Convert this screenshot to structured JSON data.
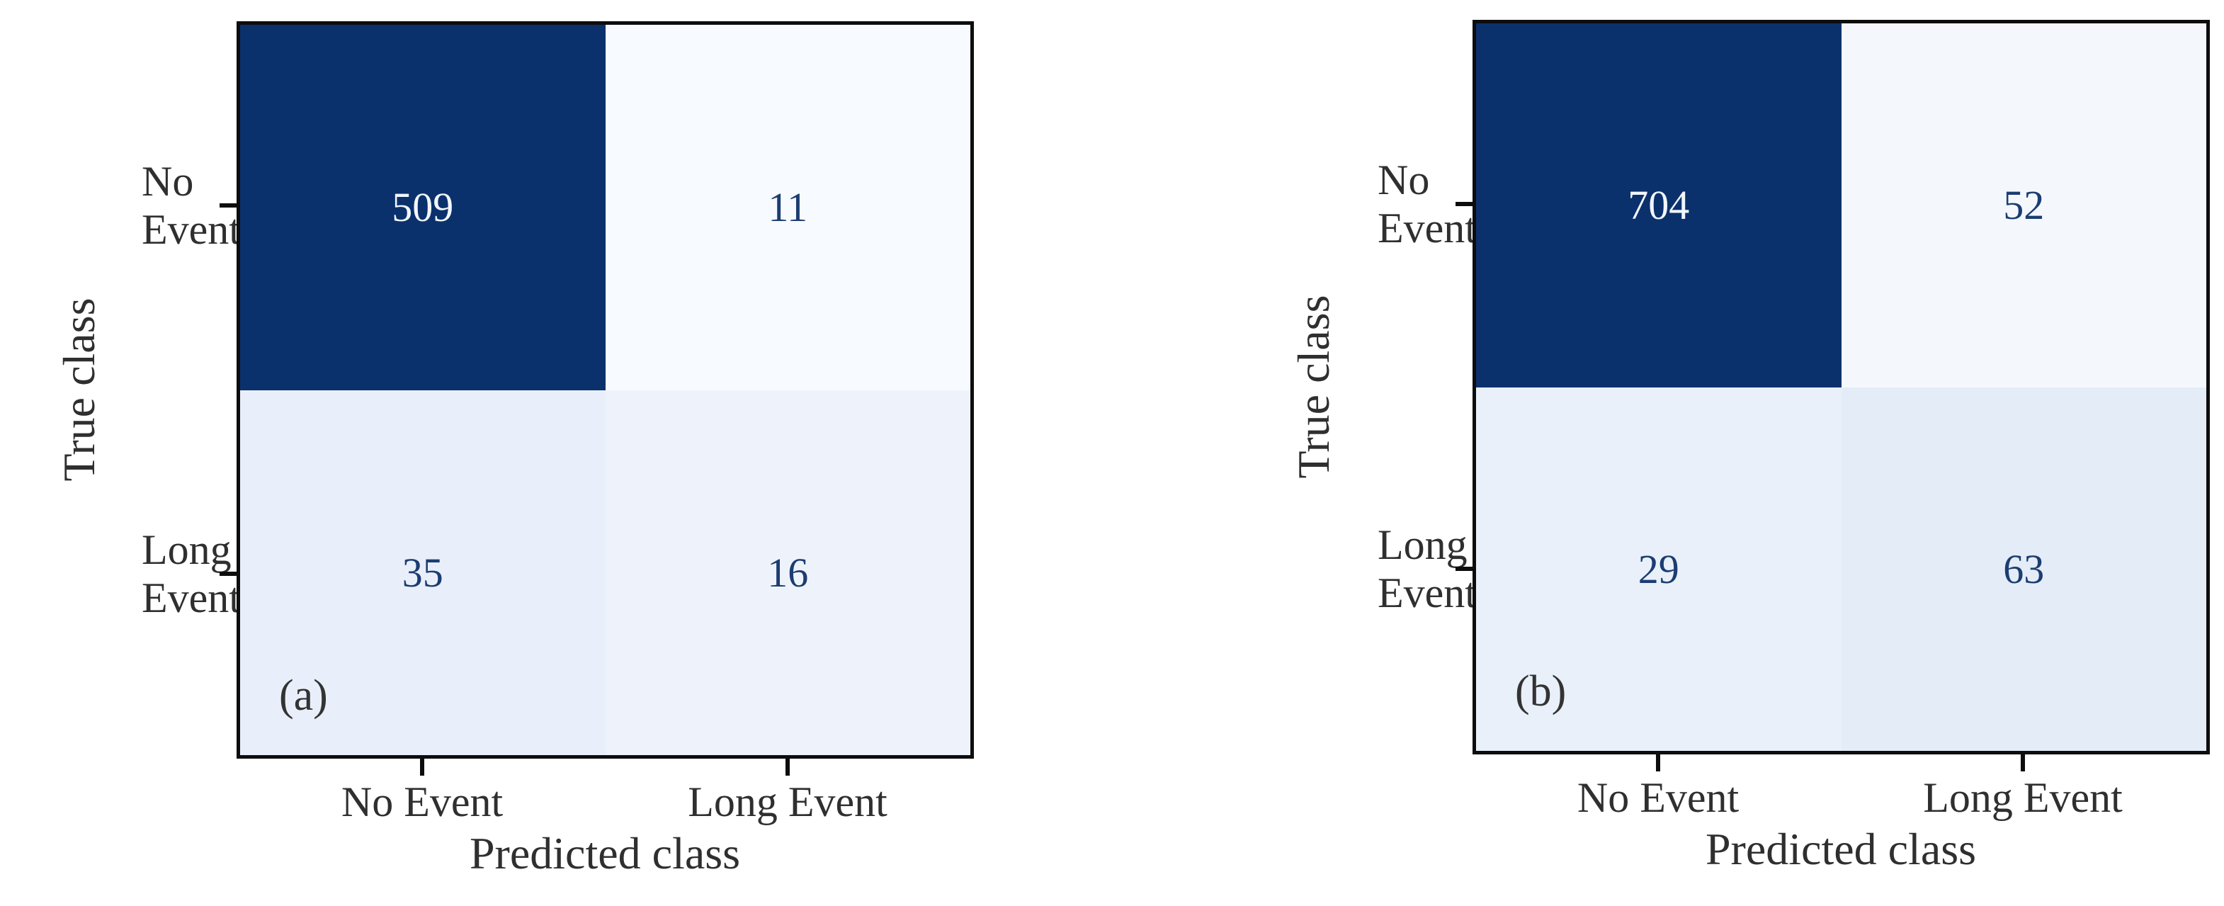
{
  "figure": {
    "panels": [
      {
        "caption": "(a)",
        "x_axis_label": "Predicted class",
        "y_axis_label": "True class",
        "x_ticks": [
          "No Event",
          "Long Event"
        ],
        "y_ticks": [
          {
            "line1": "No",
            "line2": "Event"
          },
          {
            "line1": "Long",
            "line2": "Event"
          }
        ],
        "cells": [
          {
            "value": "509",
            "bg": "#0b316c",
            "fg": "#f2f6fb"
          },
          {
            "value": "11",
            "bg": "#f7fafe",
            "fg": "#1c3d72"
          },
          {
            "value": "35",
            "bg": "#e9effa",
            "fg": "#1c3d72"
          },
          {
            "value": "16",
            "bg": "#eef3fb",
            "fg": "#1c3d72"
          }
        ]
      },
      {
        "caption": "(b)",
        "x_axis_label": "Predicted class",
        "y_axis_label": "True class",
        "x_ticks": [
          "No Event",
          "Long Event"
        ],
        "y_ticks": [
          {
            "line1": "No",
            "line2": "Event"
          },
          {
            "line1": "Long",
            "line2": "Event"
          }
        ],
        "cells": [
          {
            "value": "704",
            "bg": "#0b316c",
            "fg": "#f2f6fb"
          },
          {
            "value": "52",
            "bg": "#f4f8fd",
            "fg": "#1c3d72"
          },
          {
            "value": "29",
            "bg": "#e9f0f9",
            "fg": "#1c3d72"
          },
          {
            "value": "63",
            "bg": "#e4ecf7",
            "fg": "#1c3d72"
          }
        ]
      }
    ],
    "colors": {
      "dark_cell": "#0b316c",
      "lightest_cell": "#f7fafe",
      "light_cell": "#e9effa",
      "number_on_dark": "#f2f6fb",
      "number_on_light": "#1c3d72",
      "axis_text": "#2f2f2f",
      "border_and_ticks": "#0d0d0d",
      "background": "#ffffff"
    }
  },
  "chart_data": [
    {
      "type": "heatmap",
      "subtitle": "(a)",
      "xlabel": "Predicted class",
      "ylabel": "True class",
      "x_categories": [
        "No Event",
        "Long Event"
      ],
      "y_categories": [
        "No Event",
        "Long Event"
      ],
      "values": [
        [
          509,
          11
        ],
        [
          35,
          16
        ]
      ],
      "annotations": [
        [
          "509",
          "11"
        ],
        [
          "35",
          "16"
        ]
      ],
      "colormap": "Blues",
      "legend": "none",
      "grid": false
    },
    {
      "type": "heatmap",
      "subtitle": "(b)",
      "xlabel": "Predicted class",
      "ylabel": "True class",
      "x_categories": [
        "No Event",
        "Long Event"
      ],
      "y_categories": [
        "No Event",
        "Long Event"
      ],
      "values": [
        [
          704,
          52
        ],
        [
          29,
          63
        ]
      ],
      "annotations": [
        [
          "704",
          "52"
        ],
        [
          "29",
          "63"
        ]
      ],
      "colormap": "Blues",
      "legend": "none",
      "grid": false
    }
  ]
}
